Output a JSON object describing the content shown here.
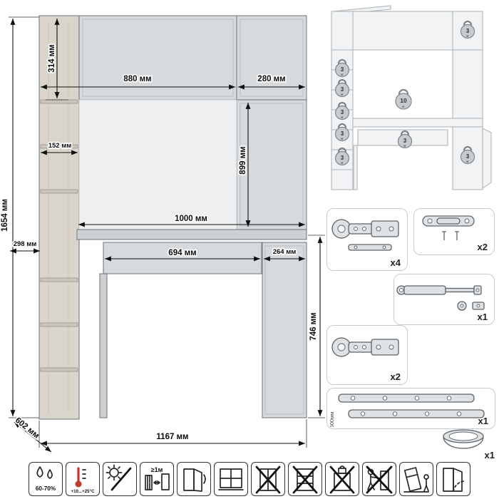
{
  "drawing": {
    "dims": {
      "total_height": "1654 мм",
      "hutch_height": "314 мм",
      "opening_width": "880 мм",
      "right_top_width": "280 мм",
      "opening_height": "899 мм",
      "upper_shelf_depth": "152 мм",
      "lower_shelf_depth": "298 мм",
      "desktop_width": "1000 мм",
      "drawer_width": "694 мм",
      "cabinet_width": "264 мм",
      "desk_height": "746 мм",
      "depth": "602 мм",
      "total_width": "1167 мм"
    }
  },
  "load_diagram": {
    "unit": "кг",
    "weights": [
      {
        "value": "3"
      },
      {
        "value": "3"
      },
      {
        "value": "3"
      },
      {
        "value": "10"
      },
      {
        "value": "3"
      },
      {
        "value": "3"
      },
      {
        "value": "3"
      },
      {
        "value": "3"
      },
      {
        "value": "3"
      }
    ]
  },
  "hardware": {
    "hinge_top": {
      "name": "hinge",
      "qty": "х4"
    },
    "damper": {
      "name": "damper",
      "qty": "х2"
    },
    "gas_lift": {
      "name": "gas-lift",
      "qty": "х1"
    },
    "hinge_bottom": {
      "name": "hinge",
      "qty": "х2"
    },
    "slides": {
      "name": "drawer-slides",
      "qty": "х1",
      "length": "500мм"
    },
    "cup": {
      "name": "round-insert",
      "qty": "х1"
    }
  },
  "care": {
    "humidity": {
      "label": "60-70%"
    },
    "temperature": {
      "label": "+10...+25°C"
    },
    "heat_distance": {
      "label": "≥1м"
    }
  }
}
